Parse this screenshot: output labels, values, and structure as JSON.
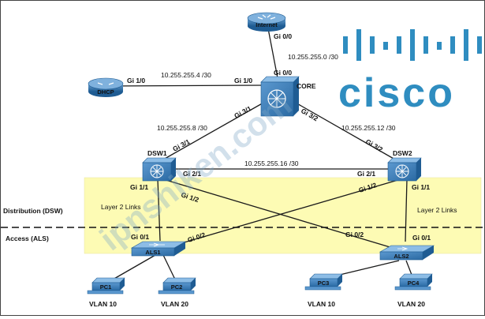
{
  "nodes": {
    "internet": "Internet",
    "dhcp": "DHCP",
    "core": "CORE",
    "dsw1": "DSW1",
    "dsw2": "DSW2",
    "als1": "ALS1",
    "als2": "ALS2",
    "pc1": "PC1",
    "pc2": "PC2",
    "pc3": "PC3",
    "pc4": "PC4"
  },
  "subnets": {
    "core_internet": "10.255.255.0 /30",
    "core_dhcp": "10.255.255.4 /30",
    "core_dsw1": "10.255.255.8 /30",
    "core_dsw2": "10.255.255.12 /30",
    "dsw1_dsw2": "10.255.255.16 /30"
  },
  "interfaces": {
    "internet_gi00": "Gi 0/0",
    "core_gi00": "Gi 0/0",
    "dhcp_gi10": "Gi 1/0",
    "core_gi10": "Gi 1/0",
    "core_gi31": "Gi 3/1",
    "core_gi32": "Gi 3/2",
    "dsw1_gi31": "Gi 3/1",
    "dsw2_gi32": "Gi 3/2",
    "dsw1_gi21": "Gi 2/1",
    "dsw2_gi21": "Gi 2/1",
    "dsw1_gi11": "Gi 1/1",
    "dsw1_gi12": "Gi 1/2",
    "dsw2_gi12": "Gi 1/2",
    "dsw2_gi11": "Gi 1/1",
    "als1_gi01": "Gi 0/1",
    "als1_gi02": "Gi 0/2",
    "als2_gi02": "Gi 0/2",
    "als2_gi01": "Gi 0/1"
  },
  "zones": {
    "distribution": "Distribution (DSW)",
    "access": "Access (ALS)",
    "layer2_left": "Layer 2 Links",
    "layer2_right": "Layer 2 Links"
  },
  "vlans": {
    "pc1": "VLAN 10",
    "pc2": "VLAN 20",
    "pc3": "VLAN 10",
    "pc4": "VLAN 20"
  },
  "watermark": "ipnshiken.com",
  "logo": {
    "word": "cisco",
    "color": "#2f8dc0"
  },
  "colors": {
    "zone_fill": "#fdfbb4",
    "device_blue": "#2e6fa8"
  }
}
